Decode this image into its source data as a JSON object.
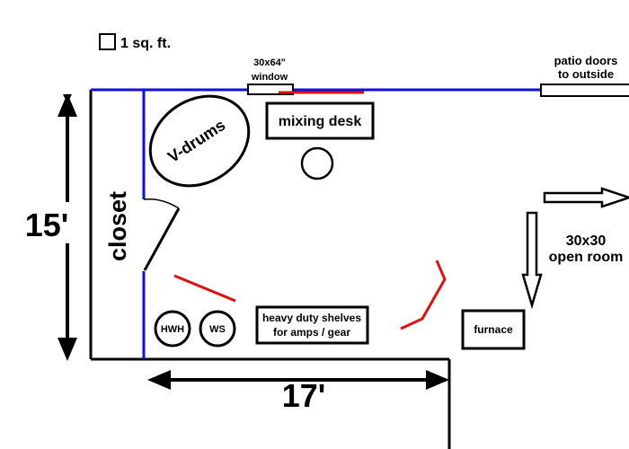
{
  "legend": {
    "scale_label": "1 sq. ft."
  },
  "labels": {
    "window": [
      "30x64\"",
      "window"
    ],
    "patio": [
      "patio doors",
      "to outside"
    ],
    "mixing_desk": "mixing desk",
    "vdrums": "V-drums",
    "closet": "closet",
    "height_dim": "15'",
    "width_dim": "17'",
    "open_room": [
      "30x30",
      "open room"
    ],
    "hwh": "HWH",
    "ws": "WS",
    "shelves": [
      "heavy duty shelves",
      "for amps / gear"
    ],
    "furnace": "furnace"
  },
  "colors": {
    "outline": "#000000",
    "insulated_wall": "#1010d8",
    "acoustic_panel": "#e01010"
  }
}
